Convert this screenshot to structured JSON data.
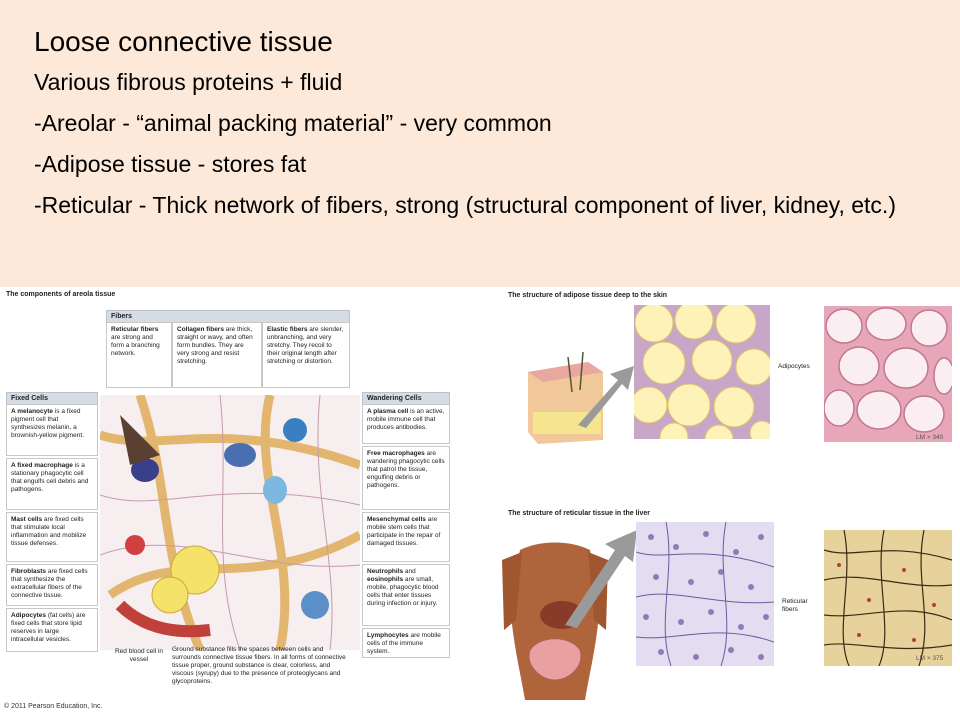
{
  "slide": {
    "title": "Loose connective tissue",
    "lines": [
      "Various fibrous proteins + fluid",
      "-Areolar - “animal packing material” - very common",
      "-Adipose tissue - stores fat",
      "-Reticular - Thick network of fibers, strong (structural component of liver, kidney, etc.)"
    ]
  },
  "areolar": {
    "caption": "The components of areola tissue",
    "fibers_header": "Fibers",
    "fibers": [
      {
        "bold": "Reticular fibers",
        "text": " are strong and form a branching network."
      },
      {
        "bold": "Collagen fibers",
        "text": " are thick, straight or wavy, and often form bundles. They are very strong and resist stretching."
      },
      {
        "bold": "Elastic fibers",
        "text": " are slender, unbranching, and very stretchy. They recoil to their original length after stretching or distortion."
      }
    ],
    "fixed_header": "Fixed Cells",
    "fixed": [
      {
        "bold": "A melanocyte",
        "text": " is a fixed pigment cell that synthesizes melanin, a brownish-yellow pigment."
      },
      {
        "bold": "A fixed macrophage",
        "text": " is a stationary phagocytic cell that engulfs cell debris and pathogens."
      },
      {
        "bold": "Mast cells",
        "text": " are fixed cells that stimulate local inflammation and mobilize tissue defenses."
      },
      {
        "bold": "Fibroblasts",
        "text": " are fixed cells that synthesize the extracellular fibers of the connective tissue."
      },
      {
        "bold": "Adipocytes",
        "text": " (fat cells) are fixed cells that store lipid reserves in large intracellular vesicles."
      }
    ],
    "wandering_header": "Wandering Cells",
    "wandering": [
      {
        "bold": "A plasma cell",
        "text": " is an active, mobile immune cell that produces antibodies."
      },
      {
        "bold": "Free macrophages",
        "text": " are wandering phagocytic cells that patrol the tissue, engulfing debris or pathogens."
      },
      {
        "bold": "Mesenchymal cells",
        "text": " are mobile stem cells that participate in the repair of damaged tissues."
      },
      {
        "bold": "Neutrophils",
        "text": " and "
      },
      {
        "bold": "Lymphocytes",
        "text": " are mobile cells of the immune system."
      }
    ],
    "neutro_extra_bold": "eosinophils",
    "neutro_extra_text": " are small, mobile, phagocytic blood cells that enter tissues during infection or injury.",
    "rbc_label": "Red blood cell in vessel",
    "ground": "Ground substance fills the spaces between cells and surrounds connective tissue fibers. In all forms of connective tissue proper, ground substance is clear, colorless, and viscous (syrupy) due to the presence of proteoglycans and glycoproteins."
  },
  "adipose": {
    "caption": "The structure of adipose tissue deep to the skin",
    "label": "Adipocytes",
    "lm": "LM × 340"
  },
  "reticular": {
    "caption": "The structure of reticular tissue in the liver",
    "label": "Reticular fibers",
    "lm": "LM × 375"
  },
  "copyright": "© 2011 Pearson Education, Inc.",
  "colors": {
    "slide_bg": "#fde9d9",
    "fat": "#fdf3b8",
    "histo_pink": "#e8a7b8",
    "reticular_purple": "#8e7bb8"
  }
}
